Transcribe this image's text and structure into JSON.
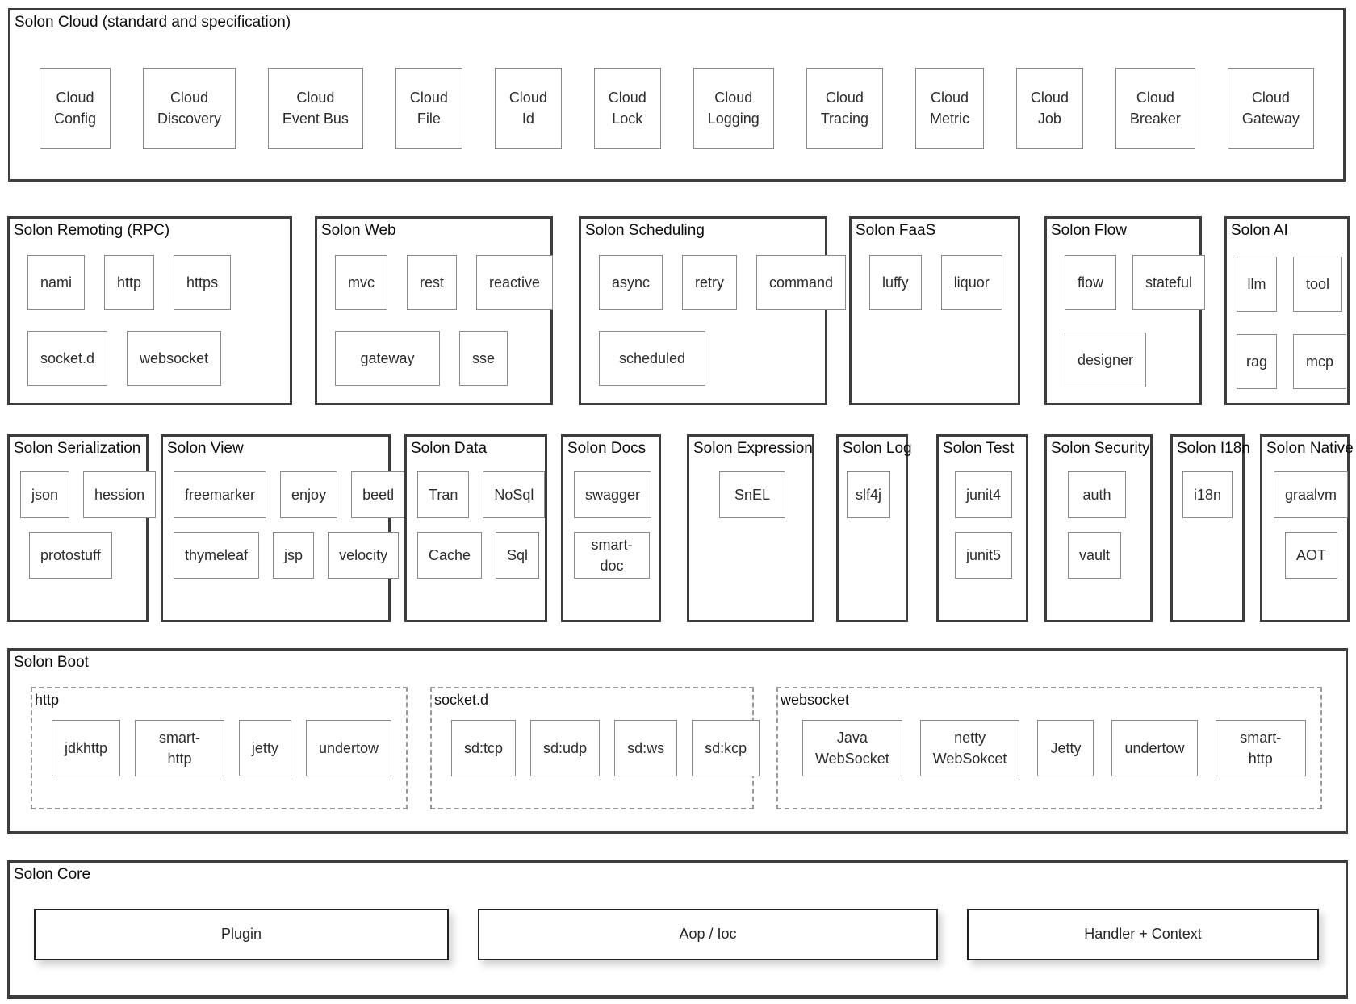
{
  "sections": {
    "cloud": {
      "title": "Solon Cloud (standard and specification)",
      "items": [
        "Cloud\nConfig",
        "Cloud\nDiscovery",
        "Cloud\nEvent Bus",
        "Cloud\nFile",
        "Cloud\nId",
        "Cloud\nLock",
        "Cloud\nLogging",
        "Cloud\nTracing",
        "Cloud\nMetric",
        "Cloud\nJob",
        "Cloud\nBreaker",
        "Cloud\nGateway"
      ]
    },
    "remoting": {
      "title": "Solon Remoting (RPC)",
      "row1": [
        "nami",
        "http",
        "https"
      ],
      "row2": [
        "socket.d",
        "websocket"
      ]
    },
    "web": {
      "title": "Solon Web",
      "row1": [
        "mvc",
        "rest",
        "reactive"
      ],
      "row2": [
        "gateway",
        "sse"
      ]
    },
    "scheduling": {
      "title": "Solon Scheduling",
      "row1": [
        "async",
        "retry",
        "command"
      ],
      "row2": [
        "scheduled"
      ]
    },
    "faas": {
      "title": "Solon FaaS",
      "row1": [
        "luffy",
        "liquor"
      ]
    },
    "flow": {
      "title": "Solon Flow",
      "row1": [
        "flow",
        "stateful"
      ],
      "row2": [
        "designer"
      ]
    },
    "ai": {
      "title": "Solon AI",
      "row1": [
        "llm",
        "tool"
      ],
      "row2": [
        "rag",
        "mcp"
      ]
    },
    "serialization": {
      "title": "Solon Serialization",
      "row1": [
        "json",
        "hession"
      ],
      "row2": [
        "protostuff"
      ]
    },
    "view": {
      "title": "Solon View",
      "row1": [
        "freemarker",
        "enjoy",
        "beetl"
      ],
      "row2": [
        "thymeleaf",
        "jsp",
        "velocity"
      ]
    },
    "data": {
      "title": "Solon Data",
      "row1": [
        "Tran",
        "NoSql"
      ],
      "row2": [
        "Cache",
        "Sql"
      ]
    },
    "docs": {
      "title": "Solon Docs",
      "row1": [
        "swagger"
      ],
      "row2": [
        "smart-doc"
      ]
    },
    "expression": {
      "title": "Solon Expression",
      "row1": [
        "SnEL"
      ]
    },
    "log": {
      "title": "Solon Log",
      "row1": [
        "slf4j"
      ]
    },
    "test": {
      "title": "Solon Test",
      "row1": [
        "junit4"
      ],
      "row2": [
        "junit5"
      ]
    },
    "security": {
      "title": "Solon Security",
      "row1": [
        "auth"
      ],
      "row2": [
        "vault"
      ]
    },
    "i18n": {
      "title": "Solon I18n",
      "row1": [
        "i18n"
      ]
    },
    "native": {
      "title": "Solon Native",
      "row1": [
        "graalvm"
      ],
      "row2": [
        "AOT"
      ]
    },
    "boot": {
      "title": "Solon Boot",
      "groups": [
        {
          "title": "http",
          "items": [
            "jdkhttp",
            "smart-http",
            "jetty",
            "undertow"
          ]
        },
        {
          "title": "socket.d",
          "items": [
            "sd:tcp",
            "sd:udp",
            "sd:ws",
            "sd:kcp"
          ]
        },
        {
          "title": "websocket",
          "items": [
            "Java\nWebSocket",
            "netty\nWebSokcet",
            "Jetty",
            "undertow",
            "smart-http"
          ]
        }
      ]
    },
    "core": {
      "title": "Solon Core",
      "items": [
        "Plugin",
        "Aop / Ioc",
        "Handler + Context"
      ]
    }
  }
}
